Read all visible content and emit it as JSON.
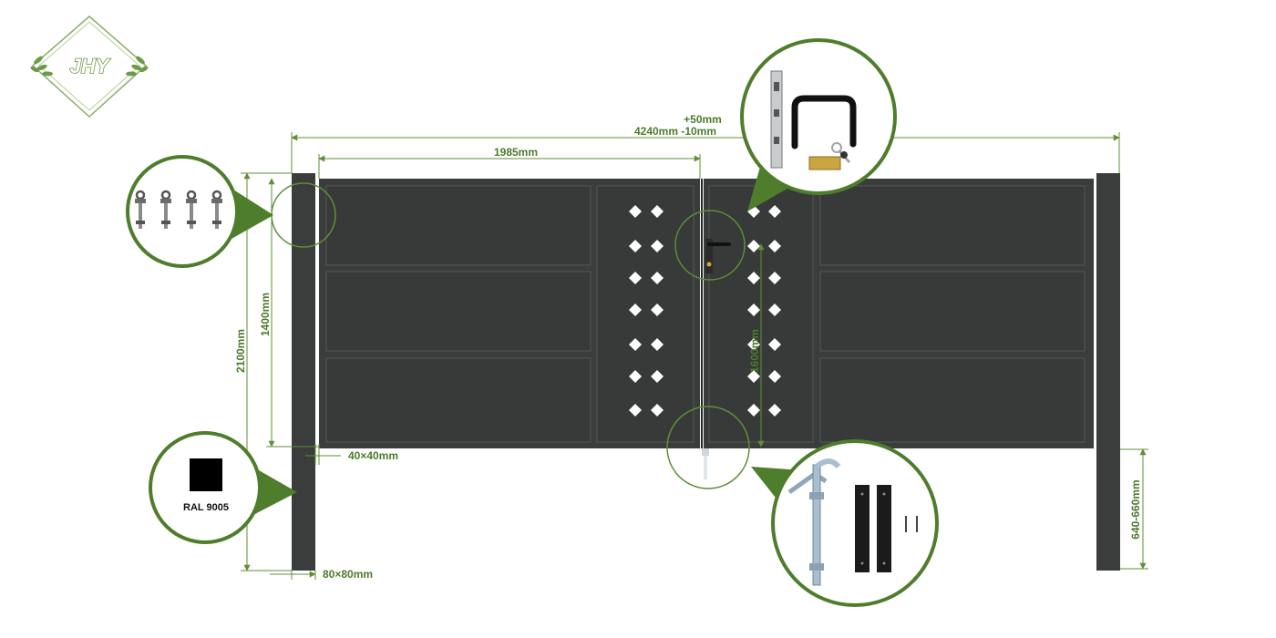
{
  "logo": {
    "text": "JHY"
  },
  "dimensions": {
    "total_width_tol_plus": "+50mm",
    "total_width": "4240mm -10mm",
    "leaf_width": "1985mm",
    "total_height": "2100mm",
    "panel_height": "1400mm",
    "center_height": "1600mm",
    "frame_profile": "40×40mm",
    "post_profile": "80×80mm",
    "post_burial": "640-660mm"
  },
  "color_swatch": {
    "label": "RAL 9005",
    "color": "#000000"
  },
  "colors": {
    "accent": "#4e7d2b",
    "gate": "#3a3d3c",
    "dimension": "#5f8f37"
  },
  "callouts": {
    "hinges": "hinge-bolts-icon",
    "lock": "lock-handle-set-icon",
    "drop_bolt": "drop-bolt-set-icon"
  }
}
